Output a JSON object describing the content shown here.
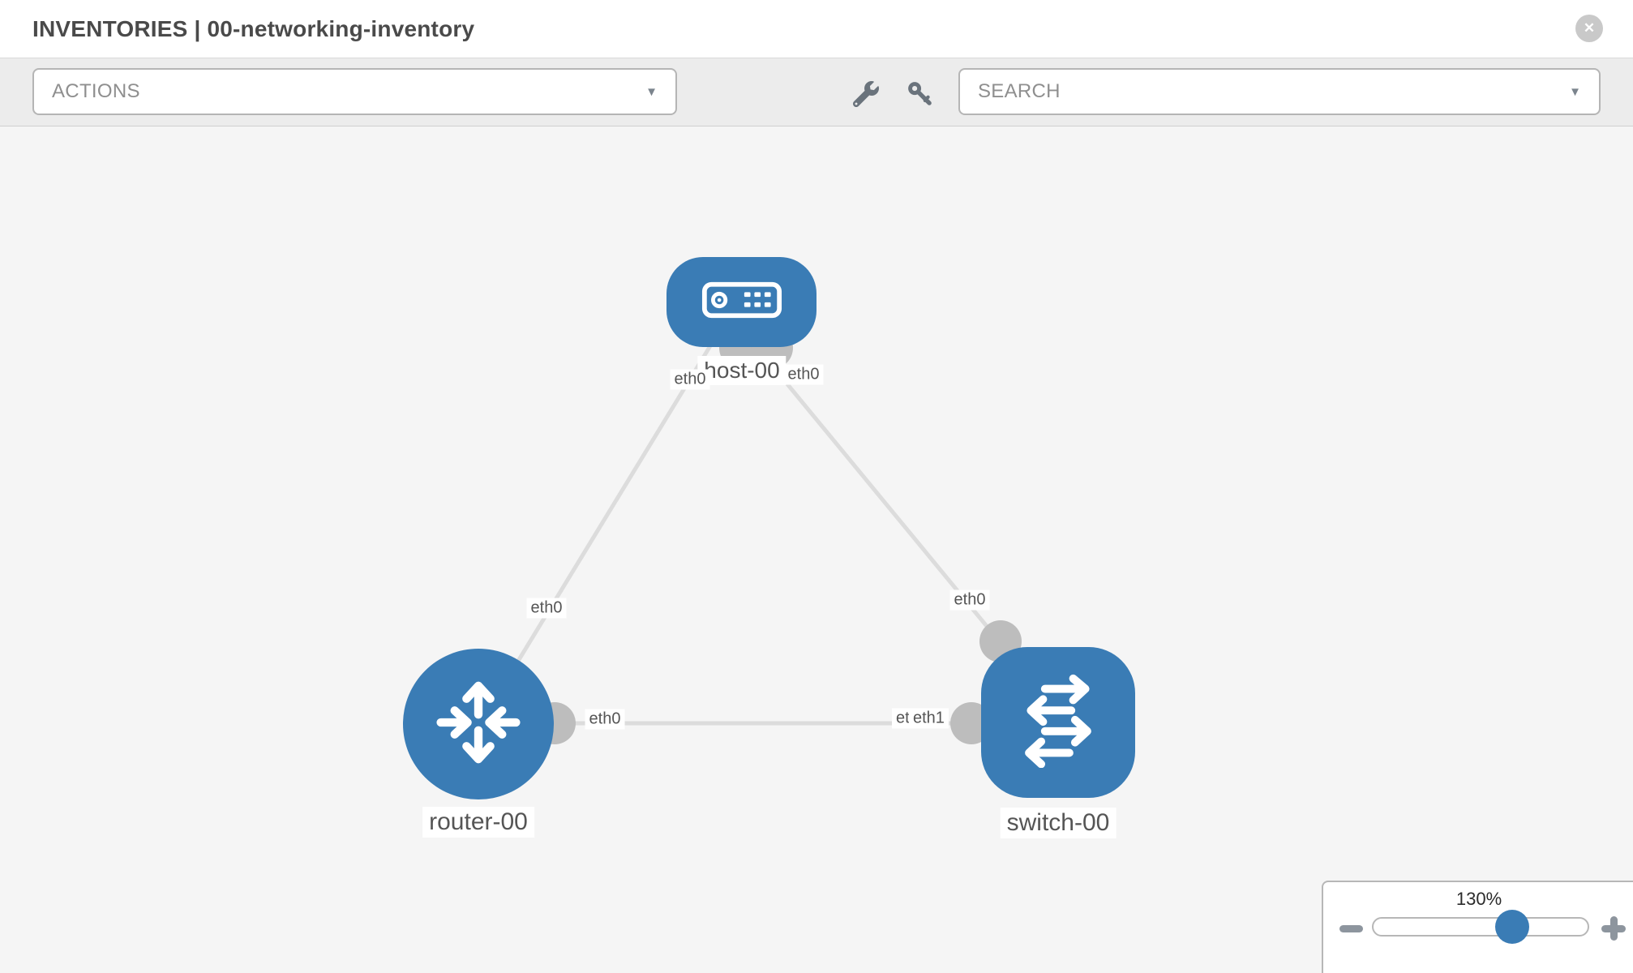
{
  "header": {
    "title": "INVENTORIES | 00-networking-inventory"
  },
  "toolbar": {
    "actions_label": "ACTIONS",
    "search_placeholder": "SEARCH"
  },
  "icons": {
    "chevron_down": "▼",
    "close": "✕"
  },
  "topology": {
    "nodes": {
      "host": {
        "label": "host-00",
        "type": "host"
      },
      "router": {
        "label": "router-00",
        "type": "router"
      },
      "switch": {
        "label": "switch-00",
        "type": "switch"
      }
    },
    "interface_labels": {
      "host_left": "eth0",
      "host_right": "eth0",
      "router_link_top": "eth0",
      "switch_link_top": "eth0",
      "mid_router_side": "eth0",
      "mid_switch_side_under": "eth0",
      "mid_switch_side_over": "eth1"
    },
    "links": [
      {
        "from": "host-00",
        "from_interface": "eth0",
        "to": "router-00",
        "to_interface": "eth0"
      },
      {
        "from": "host-00",
        "from_interface": "eth0",
        "to": "switch-00",
        "to_interface": "eth0"
      },
      {
        "from": "router-00",
        "from_interface": "eth0",
        "to": "switch-00",
        "to_interface": "eth1"
      }
    ]
  },
  "zoom_control": {
    "value": "130%"
  },
  "colors": {
    "node_blue": "#3a7cb5",
    "link_gray": "#dcdcdc",
    "interface_gray": "#bdbdbd",
    "toolbar_gray": "#ececec"
  }
}
